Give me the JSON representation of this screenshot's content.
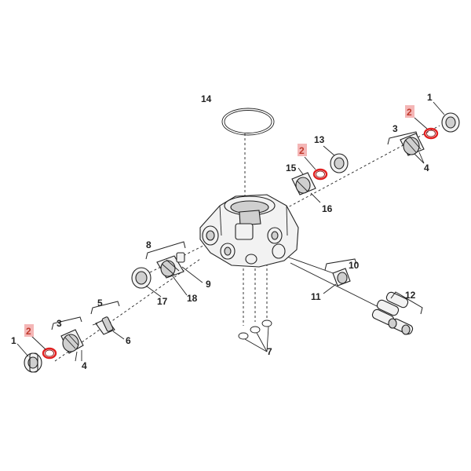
{
  "callouts": {
    "c1_left": "1",
    "c2_left": "2",
    "c3_left": "3",
    "c4_left": "4",
    "c5": "5",
    "c6": "6",
    "c7": "7",
    "c8": "8",
    "c9": "9",
    "c10": "10",
    "c11": "11",
    "c12": "12",
    "c13": "13",
    "c14": "14",
    "c15": "15",
    "c16": "16",
    "c17": "17",
    "c18": "18",
    "c2_mid": "2",
    "c1_right": "1",
    "c2_right": "2",
    "c3_right": "3",
    "c4_right": "4"
  },
  "colors": {
    "highlight_ring": "#e02020",
    "highlight_label_bg": "#f4b6b6"
  }
}
